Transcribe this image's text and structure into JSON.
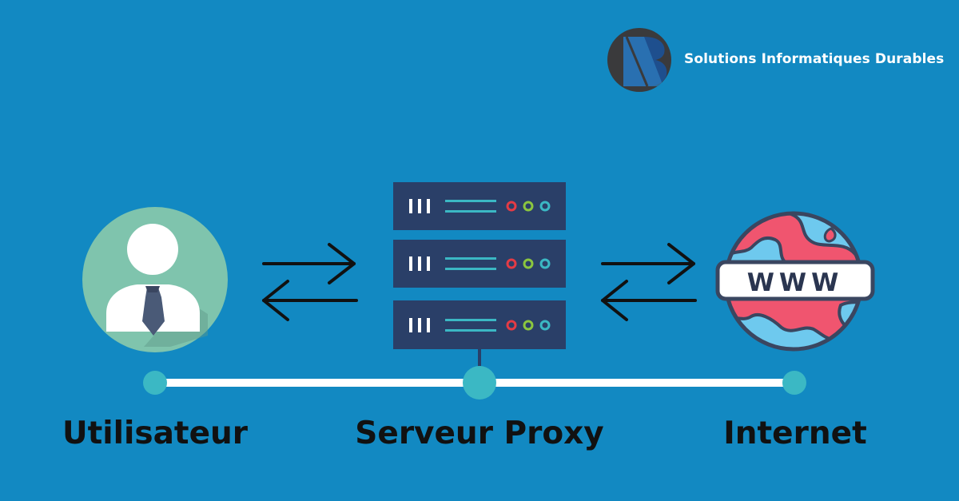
{
  "brand": {
    "name": "Solutions Informatiques Durables",
    "logo_letter": "B"
  },
  "nodes": {
    "user": {
      "label": "Utilisateur",
      "icon": "user-icon"
    },
    "proxy": {
      "label": "Serveur Proxy",
      "icon": "server-rack-icon"
    },
    "internet": {
      "label": "Internet",
      "icon": "globe-icon",
      "badge": "WWW"
    }
  },
  "colors": {
    "background": "#1289c2",
    "rack": "#2a3f68",
    "connector": "#3bb8c4",
    "user_circle": "#7fc4ad",
    "globe_land": "#f0556f",
    "globe_water": "#6ec9ee",
    "led_red": "#e43b45",
    "led_green": "#8bc63f",
    "led_teal": "#3bb8c4"
  }
}
